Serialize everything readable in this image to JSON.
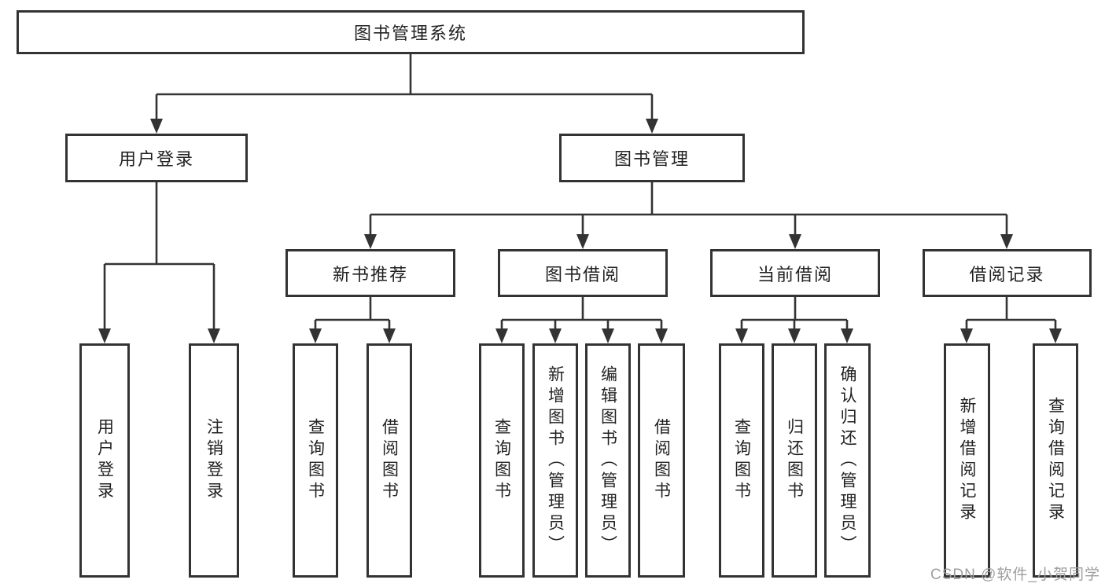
{
  "tree": {
    "label": "图书管理系统",
    "children": [
      {
        "label": "用户登录",
        "children": [
          {
            "label": "用户登录"
          },
          {
            "label": "注销登录"
          }
        ]
      },
      {
        "label": "图书管理",
        "children": [
          {
            "label": "新书推荐",
            "children": [
              {
                "label": "查询图书"
              },
              {
                "label": "借阅图书"
              }
            ]
          },
          {
            "label": "图书借阅",
            "children": [
              {
                "label": "查询图书"
              },
              {
                "label": "新增图书（管理员）"
              },
              {
                "label": "编辑图书（管理员）"
              },
              {
                "label": "借阅图书"
              }
            ]
          },
          {
            "label": "当前借阅",
            "children": [
              {
                "label": "查询图书"
              },
              {
                "label": "归还图书"
              },
              {
                "label": "确认归还（管理员）"
              }
            ]
          },
          {
            "label": "借阅记录",
            "children": [
              {
                "label": "新增借阅记录"
              },
              {
                "label": "查询借阅记录"
              }
            ]
          }
        ]
      }
    ]
  },
  "watermark": {
    "text": "CSDN @软件_小贺同学"
  },
  "colors": {
    "line": "#333333",
    "border": "#333333",
    "text": "#222222",
    "watermark": "#9e9e9e",
    "background": "#ffffff"
  }
}
